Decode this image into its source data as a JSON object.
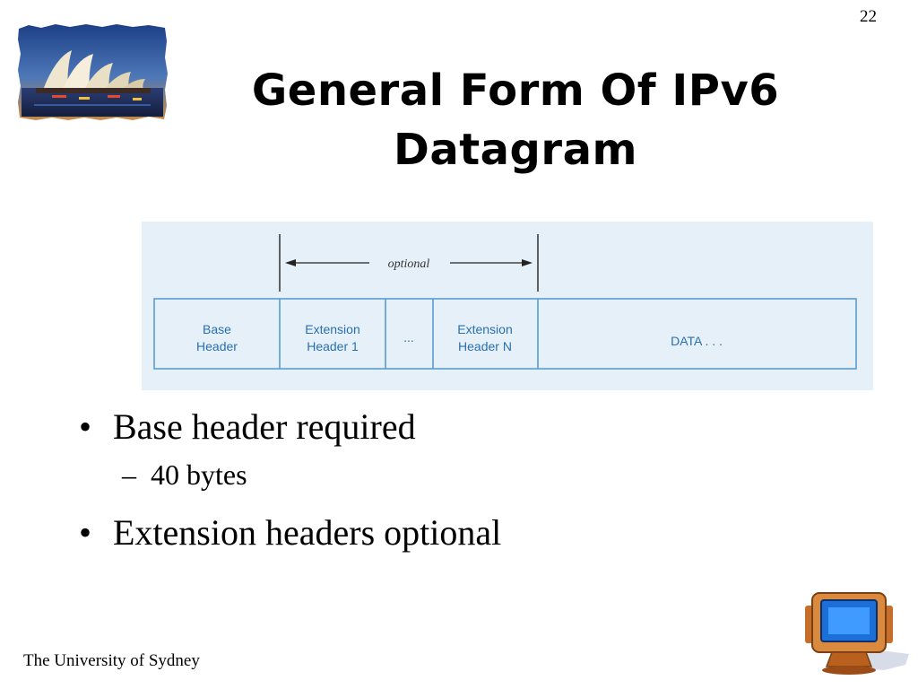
{
  "page_number": "22",
  "title": {
    "line1": "General Form Of IPv6",
    "line2": "Datagram"
  },
  "diagram": {
    "optional_label": "optional",
    "cells": [
      {
        "lines": [
          "Base",
          "Header"
        ]
      },
      {
        "lines": [
          "Extension",
          "Header 1"
        ]
      },
      {
        "lines": [
          "..."
        ]
      },
      {
        "lines": [
          "Extension",
          "Header N"
        ]
      },
      {
        "lines": [
          "DATA . . ."
        ]
      }
    ],
    "colors": {
      "panel_background": "#e6f0f9",
      "box_border": "#5a9bd0",
      "label_text": "#2a6fb0"
    }
  },
  "bullets": [
    {
      "text": "Base header required",
      "sub": [
        "40 bytes"
      ]
    },
    {
      "text": "Extension headers optional",
      "sub": []
    }
  ],
  "footer": "The University of Sydney",
  "icons": {
    "logo": "sydney-opera-house-photo",
    "corner": "computer-monitor-icon"
  }
}
